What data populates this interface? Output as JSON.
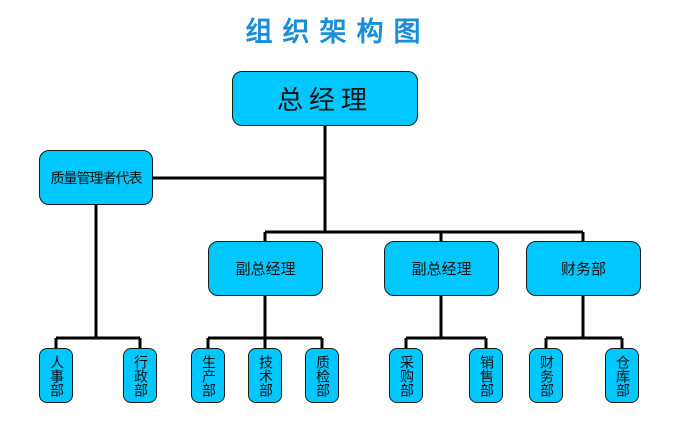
{
  "title": "组织架构图",
  "nodes": {
    "gm": "总经理",
    "qm_rep": "质量管理者代表",
    "vp1": "副总经理",
    "vp2": "副总经理",
    "finance": "财务部",
    "hr": "人事部",
    "admin": "行政部",
    "production": "生产部",
    "tech": "技术部",
    "qc": "质检部",
    "purchasing": "采购部",
    "sales": "销售部",
    "finance_dept": "财务部",
    "warehouse": "仓库部"
  },
  "colors": {
    "box": "#00c8ff",
    "title": "#1a8fd8",
    "line": "#000000"
  }
}
